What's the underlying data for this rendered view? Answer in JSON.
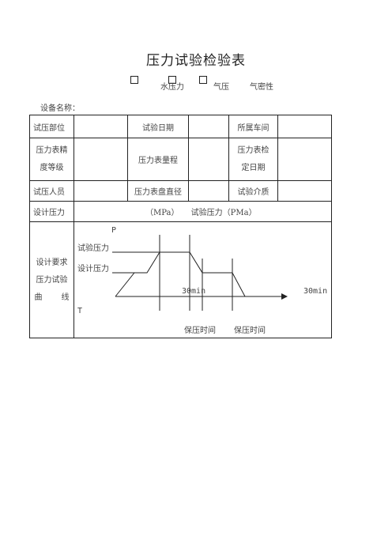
{
  "title": "压力试验检验表",
  "test_types": [
    "水压力",
    "气压",
    "气密性"
  ],
  "device_label": "设备名称：",
  "table": {
    "row1": {
      "part": "试压部位",
      "date": "试验日期",
      "workshop": "所属车间"
    },
    "row2": {
      "gauge_accuracy_1": "压力表精",
      "gauge_accuracy_2": "度等级",
      "gauge_range": "压力表量程",
      "gauge_check_1": "压力表检",
      "gauge_check_2": "定日期"
    },
    "row3": {
      "personnel": "试压人员",
      "dial_diameter": "压力表盘直径",
      "medium": "试验介质"
    },
    "row4": {
      "design_pressure": "设计压力",
      "unit_mpa": "（MPa）",
      "test_pressure": "试验压力（PMa）"
    },
    "row5": {
      "req_1": "设计要求",
      "req_2": "压力试验",
      "req_3a": "曲",
      "req_3b": "线"
    }
  },
  "diagram": {
    "p_label": "P",
    "t_label": "T",
    "test_pressure_label": "试验压力",
    "design_pressure_label": "设计压力",
    "time_1": "30min",
    "time_2": "30min",
    "hold_1": "保压时间",
    "hold_2": "保压时间"
  }
}
